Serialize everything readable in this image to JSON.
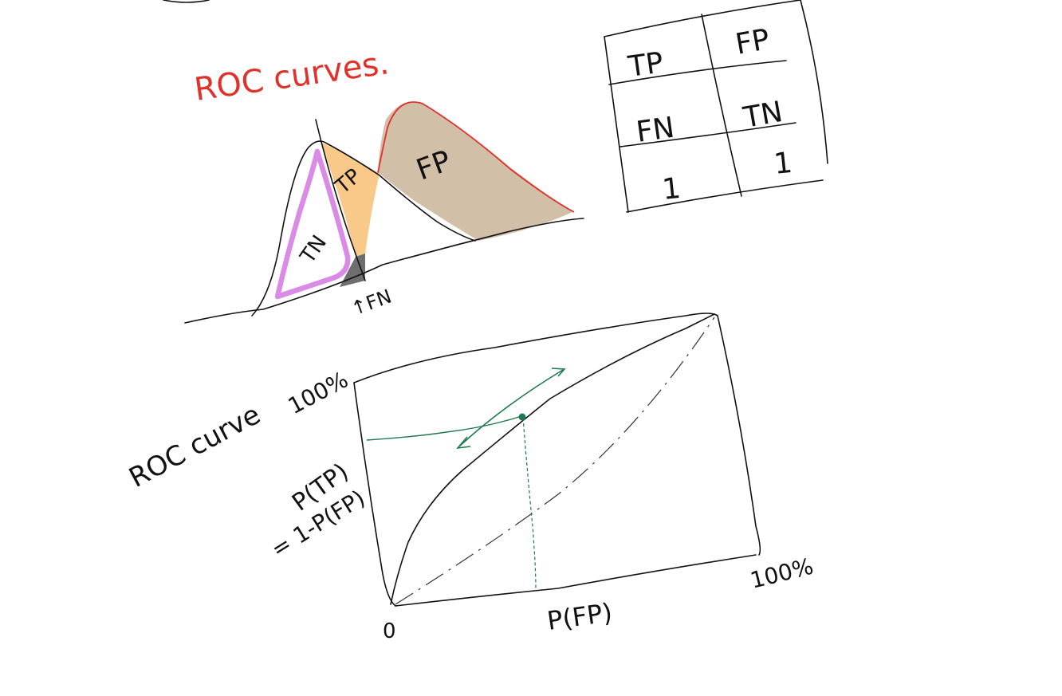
{
  "title": "ROC curves.",
  "distribution_labels": {
    "tn": "TN",
    "tp": "TP",
    "fp": "FP",
    "fn": "↑FN"
  },
  "confusion_table": {
    "cells": [
      [
        "TP",
        "FP"
      ],
      [
        "FN",
        "TN"
      ],
      [
        "1",
        "1"
      ]
    ]
  },
  "roc_plot": {
    "caption": "ROC curve",
    "y_top_label": "100%",
    "y_axis_label": "P(TP)",
    "y_axis_formula": "= 1-P(FP)",
    "x_axis_label": "P(FP)",
    "x_end_label": "100%",
    "origin_label": "0"
  },
  "colors": {
    "title_red": "#e0312b",
    "tn_purple": "#d98be6",
    "tp_orange": "#f9c98a",
    "fp_tan": "#d2bfa8",
    "fp_outline_red": "#e0312b",
    "fn_gray": "#6e6e6e",
    "marker_green": "#1e7a4c",
    "ink": "#111111"
  }
}
